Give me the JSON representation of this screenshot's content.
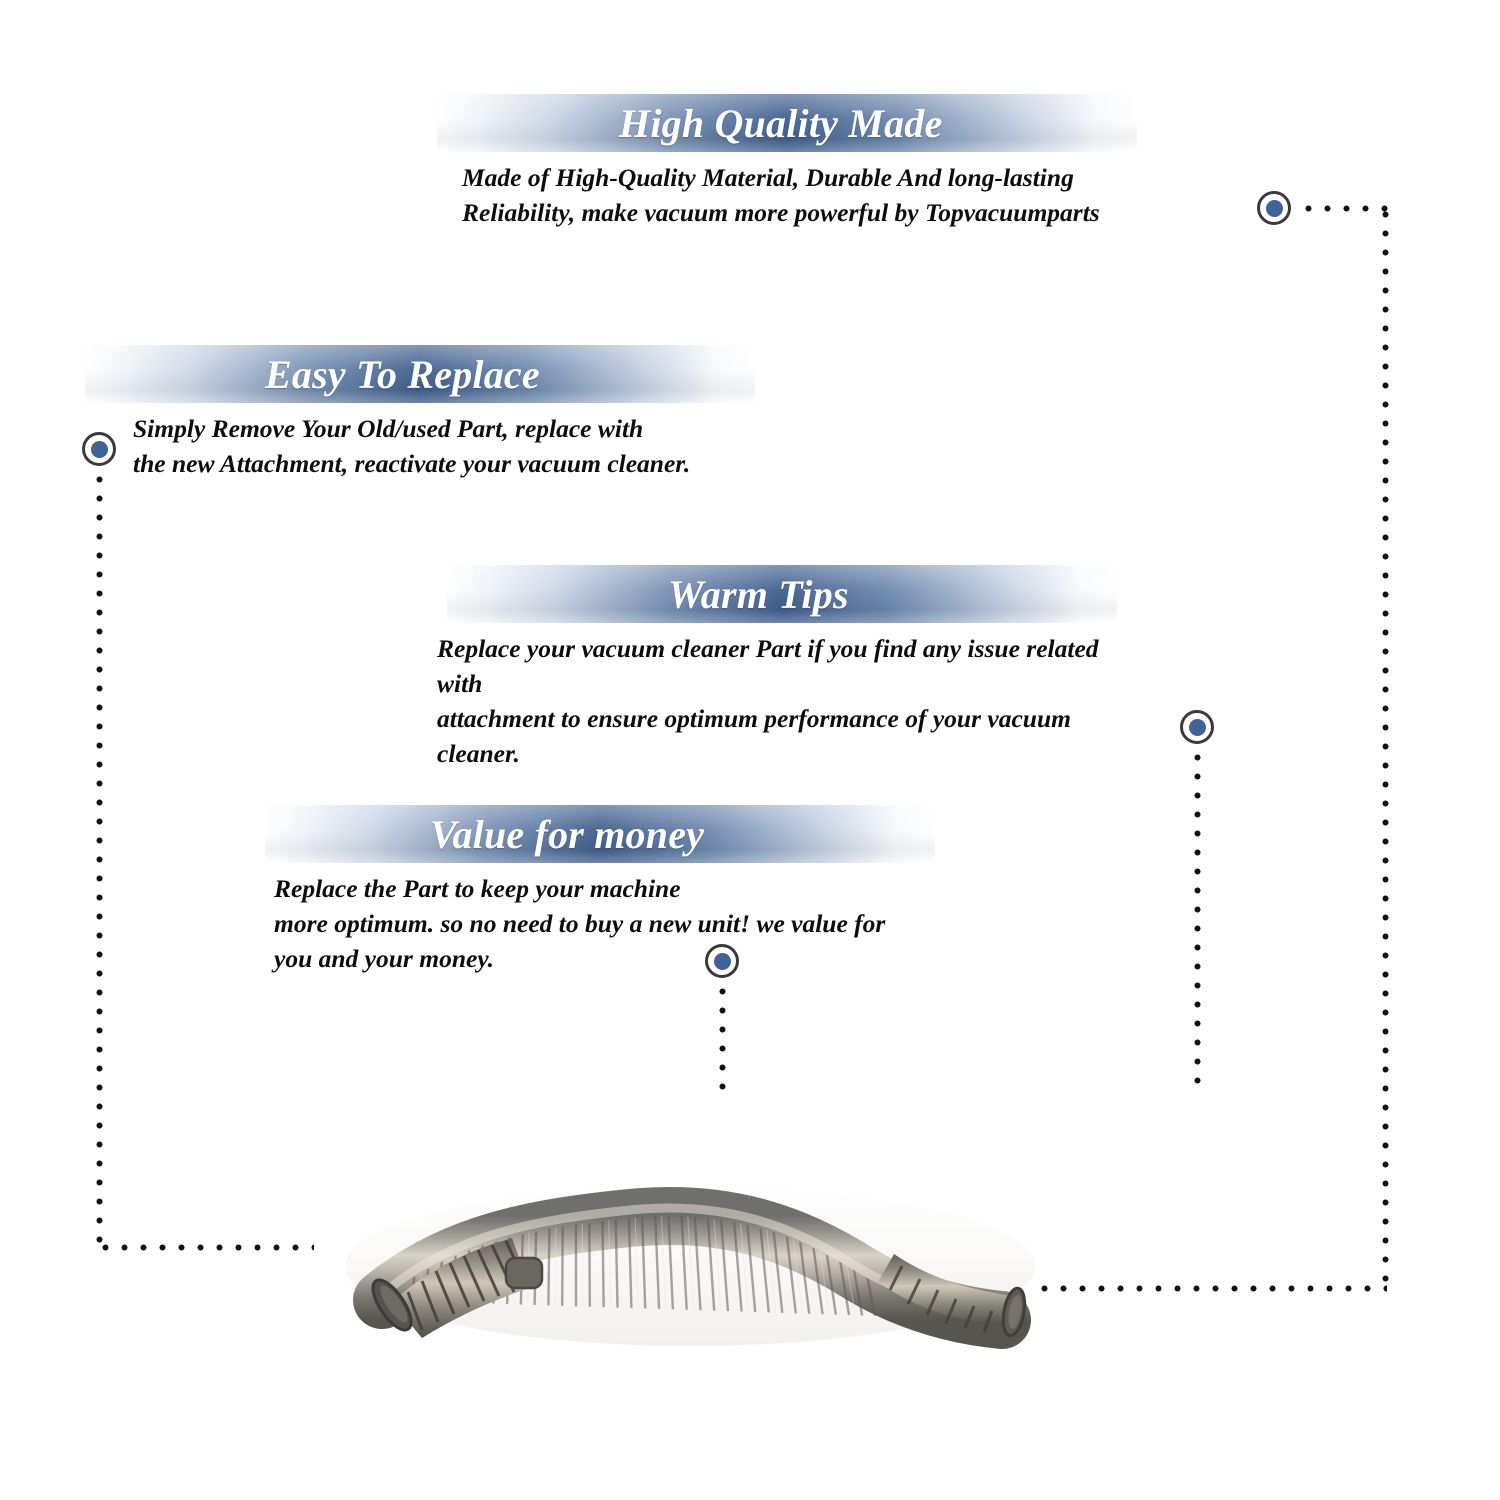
{
  "page": {
    "background_color": "#ffffff",
    "accent_blue": "#3d6399",
    "banner_blue": "#40608f",
    "marker_ring_color": "#3a3a3c",
    "dot_color": "#111111",
    "text_color": "#0d0d0d",
    "brand": "Topvacuumparts"
  },
  "features": [
    {
      "id": "high-quality-made",
      "title": "High Quality Made",
      "body": "Made of  High-Quality Material, Durable And long-lasting\nReliability, make vacuum more powerful by Topvacuumparts"
    },
    {
      "id": "easy-to-replace",
      "title": "Easy To Replace",
      "body": "Simply Remove Your Old/used Part, replace with\nthe new Attachment, reactivate your vacuum cleaner."
    },
    {
      "id": "warm-tips",
      "title": "Warm Tips",
      "body": "Replace your vacuum cleaner Part if you find any issue related with\n attachment to ensure optimum performance of your vacuum cleaner."
    },
    {
      "id": "value-for-money",
      "title": "Value for money",
      "body": "Replace the Part to keep your machine\nmore optimum. so no need to buy a new unit! we value for\nyou and your money."
    }
  ],
  "markers": [
    {
      "id": "marker-high-quality-made",
      "label": "High Quality Made callout point"
    },
    {
      "id": "marker-easy-to-replace",
      "label": "Easy To Replace callout point"
    },
    {
      "id": "marker-warm-tips",
      "label": "Warm Tips callout point"
    },
    {
      "id": "marker-value-for-money",
      "label": "Value for money callout point"
    }
  ],
  "product": {
    "name": "vacuum-cleaner-flexible-hose",
    "description": "Gray corrugated flexible vacuum cleaner hose with ribbed end connectors"
  }
}
